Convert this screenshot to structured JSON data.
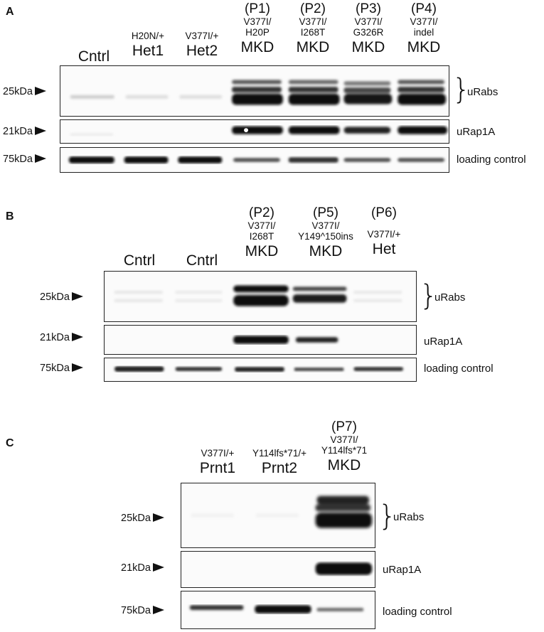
{
  "panels": [
    {
      "letter": "A",
      "lanes": [
        {
          "pid": "",
          "geno": "",
          "group": "Cntrl"
        },
        {
          "pid": "",
          "geno": "H20N/+",
          "group": "Het1"
        },
        {
          "pid": "",
          "geno": "V377I/+",
          "group": "Het2"
        },
        {
          "pid": "(P1)",
          "geno": "V377I/ H20P",
          "group": "MKD"
        },
        {
          "pid": "(P2)",
          "geno": "V377I/ I268T",
          "group": "MKD"
        },
        {
          "pid": "(P3)",
          "geno": "V377I/ G326R",
          "group": "MKD"
        },
        {
          "pid": "(P4)",
          "geno": "V377I/ indel",
          "group": "MKD"
        }
      ],
      "rows": [
        {
          "mw": "25kDa",
          "label": "uRabs"
        },
        {
          "mw": "21kDa",
          "label": "uRap1A"
        },
        {
          "mw": "75kDa",
          "label": "loading control"
        }
      ]
    },
    {
      "letter": "B",
      "lanes": [
        {
          "pid": "",
          "geno": "",
          "group": "Cntrl"
        },
        {
          "pid": "",
          "geno": "",
          "group": "Cntrl"
        },
        {
          "pid": "(P2)",
          "geno": "V377I/ I268T",
          "group": "MKD"
        },
        {
          "pid": "(P5)",
          "geno": "V377I/ Y149^150ins",
          "group": "MKD"
        },
        {
          "pid": "(P6)",
          "geno": "V377I/+",
          "group": "Het"
        }
      ],
      "rows": [
        {
          "mw": "25kDa",
          "label": "uRabs"
        },
        {
          "mw": "21kDa",
          "label": "uRap1A"
        },
        {
          "mw": "75kDa",
          "label": "loading control"
        }
      ]
    },
    {
      "letter": "C",
      "lanes": [
        {
          "pid": "",
          "geno": "V377I/+",
          "group": "Prnt1"
        },
        {
          "pid": "",
          "geno": "Y114lfs*71/+",
          "group": "Prnt2"
        },
        {
          "pid": "(P7)",
          "geno": "V377I/ Y114lfs*71",
          "group": "MKD"
        }
      ],
      "rows": [
        {
          "mw": "25kDa",
          "label": "uRabs"
        },
        {
          "mw": "21kDa",
          "label": "uRap1A"
        },
        {
          "mw": "75kDa",
          "label": "loading control"
        }
      ]
    }
  ]
}
